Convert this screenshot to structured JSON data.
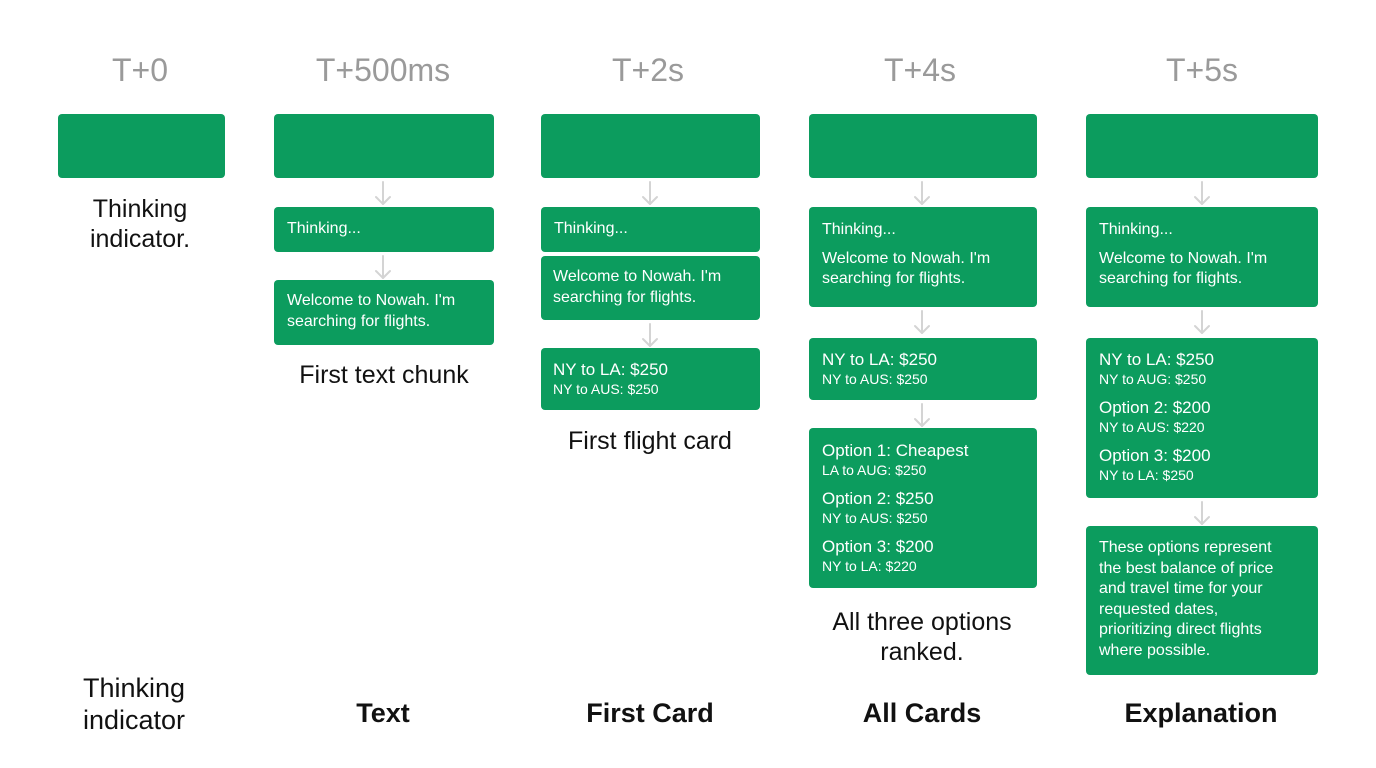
{
  "columns": [
    {
      "time": "T+0",
      "caption": [
        "Thinking",
        "indicator."
      ],
      "stage": [
        "Thinking",
        "indicator"
      ]
    },
    {
      "time": "T+500ms",
      "thinking": "Thinking...",
      "welcome": [
        "Welcome to Nowah. I'm",
        "searching for flights."
      ],
      "caption": "First text chunk",
      "stage": "Text"
    },
    {
      "time": "T+2s",
      "thinking": "Thinking...",
      "welcome": [
        "Welcome to Nowah. I'm",
        "searching for flights."
      ],
      "flight": {
        "main": "NY to LA: $250",
        "sub": "NY to AUS: $250"
      },
      "caption": "First flight card",
      "stage": "First Card"
    },
    {
      "time": "T+4s",
      "thinking": "Thinking...",
      "welcome": [
        "Welcome to Nowah. I'm",
        "searching for flights."
      ],
      "flight": {
        "main": "NY to LA: $250",
        "sub": "NY to AUS: $250"
      },
      "options": [
        {
          "main": "Option 1: Cheapest",
          "sub": "LA to AUG: $250"
        },
        {
          "main": "Option 2: $250",
          "sub": "NY to AUS: $250"
        },
        {
          "main": "Option 3: $200",
          "sub": "NY to LA: $220"
        }
      ],
      "caption": [
        "All three options",
        "ranked."
      ],
      "stage": "All Cards"
    },
    {
      "time": "T+5s",
      "thinking": "Thinking...",
      "welcome": [
        "Welcome to Nowah. I'm",
        "searching for flights."
      ],
      "options": [
        {
          "main": "NY to LA: $250",
          "sub": "NY to AUG: $250"
        },
        {
          "main": "Option 2: $200",
          "sub": "NY to AUS: $220"
        },
        {
          "main": "Option 3: $200",
          "sub": "NY to LA: $250"
        }
      ],
      "explanation": [
        "These options represent",
        "the best balance of price",
        "and travel time for your",
        "requested dates,",
        "prioritizing direct flights",
        "where possible."
      ],
      "stage": "Explanation"
    }
  ],
  "colors": {
    "box": "#0c9c5e",
    "time_label": "#9a9a9a",
    "arrow": "#d4d4d4"
  }
}
